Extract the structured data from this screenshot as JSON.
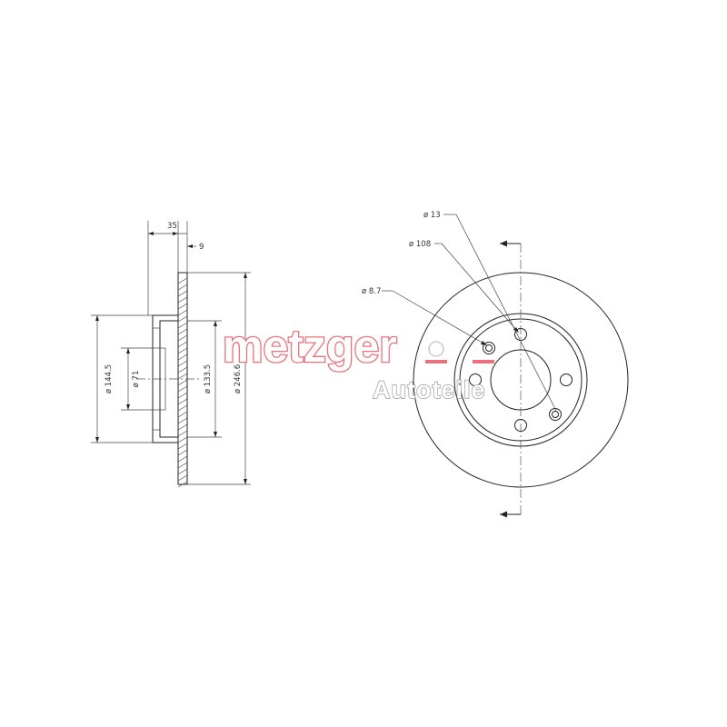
{
  "watermark": {
    "brand": "metzger",
    "sub": "Autoteile",
    "brand_color": "#e8737a",
    "sub_color": "#9a9a9a"
  },
  "dimensions": {
    "offset_depth": "35",
    "disc_thickness": "9",
    "hat_diameter": "ø 144.5",
    "bore_diameter": "ø 71",
    "inner_diameter": "ø 133.5",
    "outer_diameter": "ø 246.6",
    "bolt_hole": "ø 13",
    "bolt_circle": "ø 108",
    "screw_hole": "ø 8.7"
  },
  "geometry": {
    "stud_holes": 4,
    "screw_holes": 2
  }
}
